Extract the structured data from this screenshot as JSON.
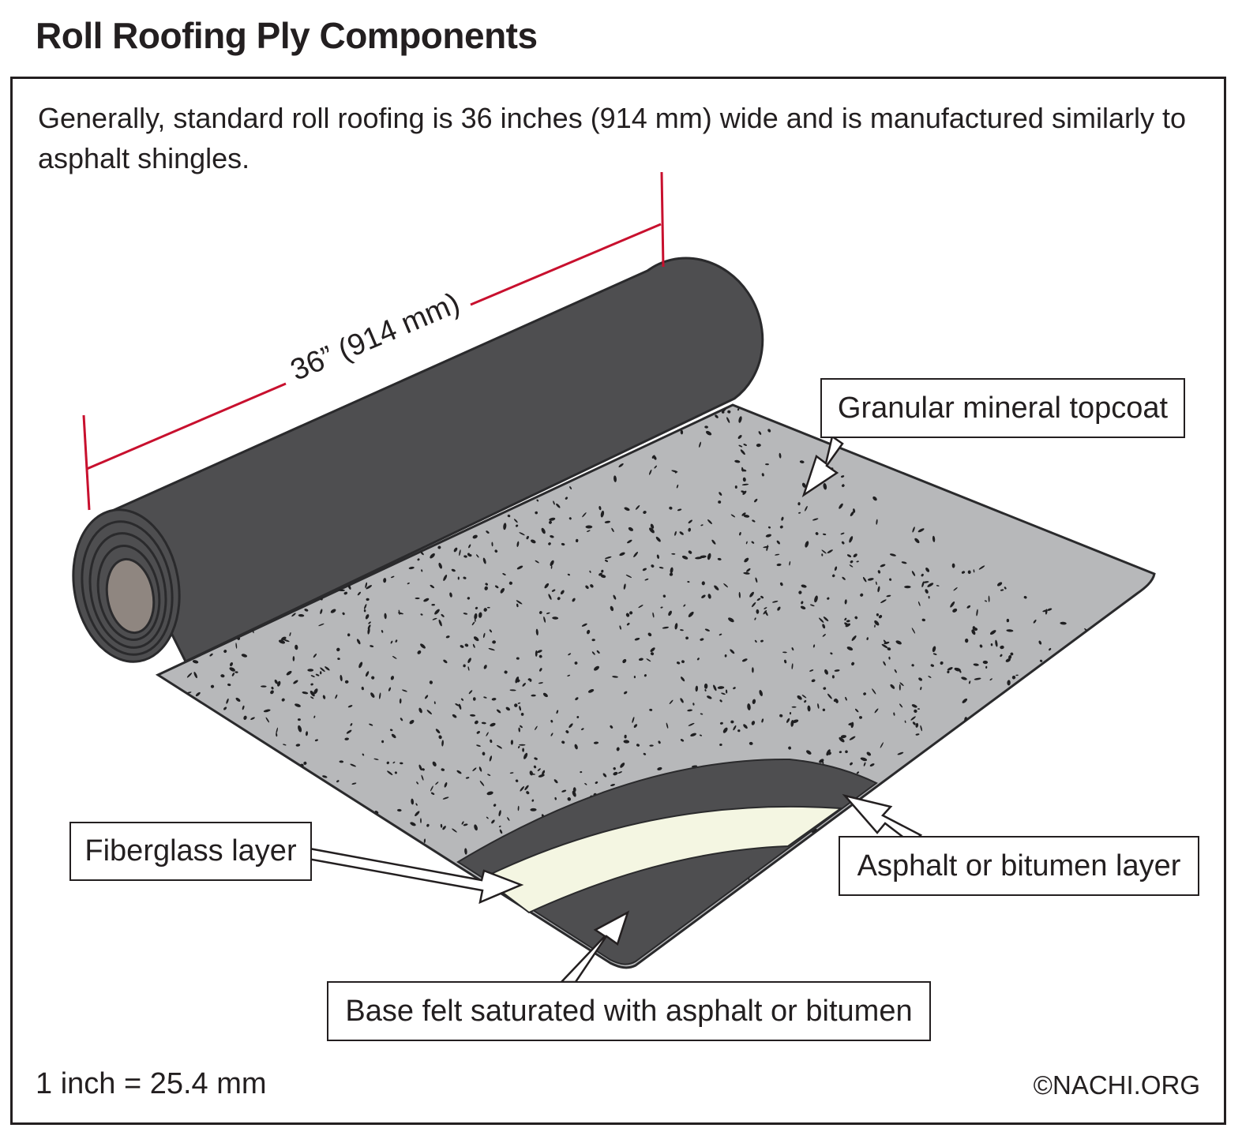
{
  "title": "Roll Roofing Ply Components",
  "intro": "Generally, standard roll roofing is 36 inches (914 mm) wide and is manufactured similarly to asphalt shingles.",
  "dimension_label": "36” (914 mm)",
  "labels": {
    "topcoat": "Granular mineral topcoat",
    "fiberglass": "Fiberglass layer",
    "asphalt": "Asphalt or bitumen layer",
    "base_felt": "Base felt saturated with asphalt or bitumen"
  },
  "footer": {
    "conversion": "1 inch = 25.4 mm",
    "copyright": "©NACHI.ORG"
  },
  "colors": {
    "roll": "#4e4e50",
    "sheet": "#b7b8ba",
    "fiberglass": "#f4f6e2",
    "core": "#8f8680",
    "dimension_line": "#c8102e"
  }
}
